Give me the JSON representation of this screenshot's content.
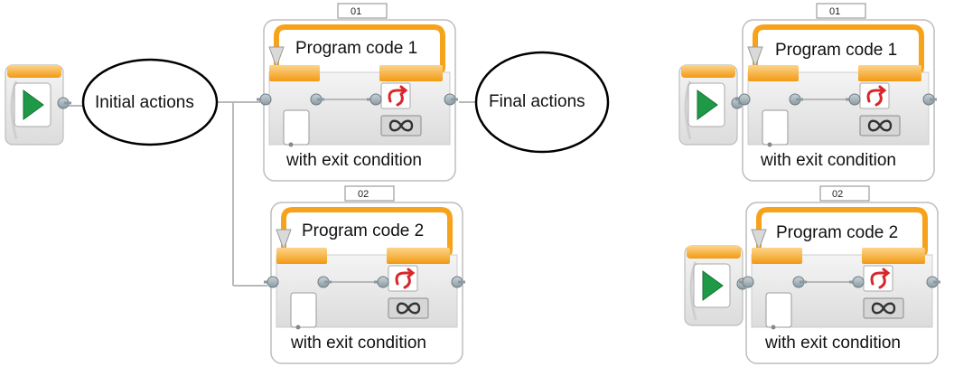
{
  "ellipses": {
    "initial": "Initial actions",
    "final": "Final actions"
  },
  "loops": [
    {
      "number": "01",
      "title": "Program code 1",
      "subtitle": "with exit condition"
    },
    {
      "number": "02",
      "title": "Program code 2",
      "subtitle": "with exit condition"
    },
    {
      "number": "01",
      "title": "Program code 1",
      "subtitle": "with exit condition"
    },
    {
      "number": "02",
      "title": "Program code 2",
      "subtitle": "with exit condition"
    }
  ],
  "colors": {
    "orange": "#f6a21a",
    "orange_light": "#fcd48a",
    "block_gray": "#e4e4e4",
    "block_border": "#bdbdbd",
    "wire": "#b9b9b9",
    "start_green": "#1e9a46",
    "loop_red": "#d8262b"
  },
  "icons": {
    "start": "play-triangle-icon",
    "loop_control": "loop-interrupt-icon",
    "loop_mode": "infinity-icon"
  }
}
